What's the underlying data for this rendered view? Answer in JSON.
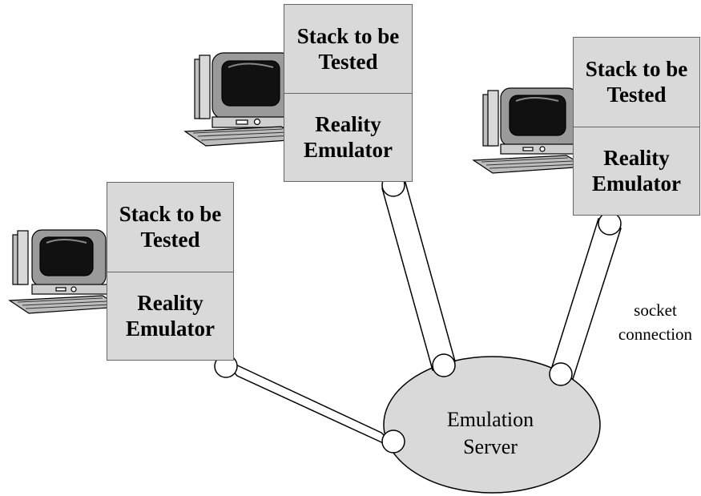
{
  "nodes": [
    {
      "top_text": "Stack to be\nTested",
      "bottom_text": "Reality\nEmulator",
      "icon": "desktop-computer-icon"
    },
    {
      "top_text": "Stack to be\nTested",
      "bottom_text": "Reality\nEmulator",
      "icon": "desktop-computer-icon"
    },
    {
      "top_text": "Stack to be\nTested",
      "bottom_text": "Reality\nEmulator",
      "icon": "desktop-computer-icon"
    }
  ],
  "server": {
    "label": "Emulation\nServer"
  },
  "connection_label": "socket\nconnection",
  "colors": {
    "box_fill": "#d9d9d9",
    "server_fill": "#d9d9d9",
    "outline": "#000000"
  }
}
